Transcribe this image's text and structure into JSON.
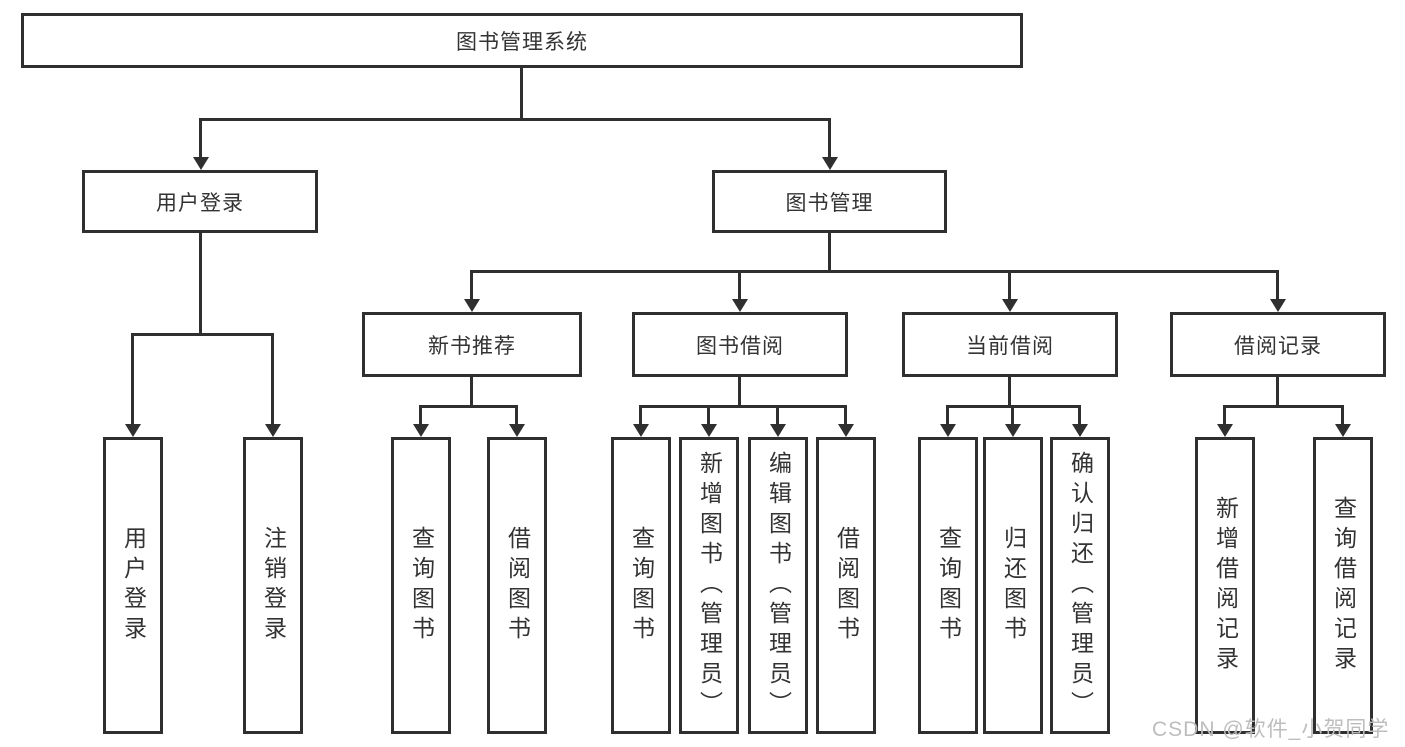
{
  "page": {
    "background": "#ffffff"
  },
  "colors": {
    "line": "#2f2f2f",
    "text": "#333333",
    "box_fill": "#ffffff",
    "watermark_text": "#bdbdbd"
  },
  "tree": {
    "label": "图书管理系统",
    "children": [
      {
        "label": "用户登录",
        "children": [
          {
            "label": "用户登录"
          },
          {
            "label": "注销登录"
          }
        ]
      },
      {
        "label": "图书管理",
        "children": [
          {
            "label": "新书推荐",
            "children": [
              {
                "label": "查询图书"
              },
              {
                "label": "借阅图书"
              }
            ]
          },
          {
            "label": "图书借阅",
            "children": [
              {
                "label": "查询图书"
              },
              {
                "label": "新增图书（管理员）"
              },
              {
                "label": "编辑图书（管理员）"
              },
              {
                "label": "借阅图书"
              }
            ]
          },
          {
            "label": "当前借阅",
            "children": [
              {
                "label": "查询图书"
              },
              {
                "label": "归还图书"
              },
              {
                "label": "确认归还（管理员）"
              }
            ]
          },
          {
            "label": "借阅记录",
            "children": [
              {
                "label": "新增借阅记录"
              },
              {
                "label": "查询借阅记录"
              }
            ]
          }
        ]
      }
    ]
  },
  "watermark": {
    "text": "CSDN @软件_小贺同学"
  }
}
